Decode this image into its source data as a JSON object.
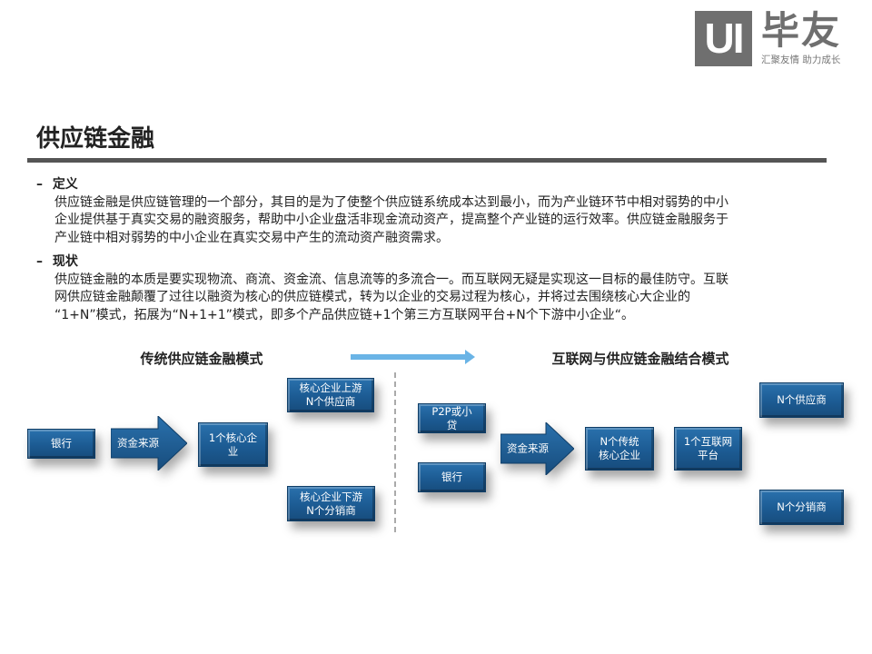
{
  "logo": {
    "mark": "UI",
    "name": "毕友",
    "tagline": "汇聚友情  助力成长"
  },
  "title": "供应链金融",
  "sections": [
    {
      "heading": "定义",
      "lines": [
        "供应链金融是供应链管理的一个部分，其目的是为了使整个供应链系统成本达到最小，而为产业链环节中相对弱势的中小",
        "企业提供基于真实交易的融资服务，帮助中小企业盘活非现金流动资产，提高整个产业链的运行效率。供应链金融服务于",
        "产业链中相对弱势的中小企业在真实交易中产生的流动资产融资需求。"
      ]
    },
    {
      "heading": "现状",
      "lines": [
        "供应链金融的本质是要实现物流、商流、资金流、信息流等的多流合一。而互联网无疑是实现这一目标的最佳防守。互联",
        "网供应链金融颠覆了过往以融资为核心的供应链模式，转为以企业的交易过程为核心，并将过去围绕核心大企业的",
        "“1+N”模式，拓展为“N+1+1”模式，即多个产品供应链+1个第三方互联网平台+N个下游中小企业“。"
      ]
    }
  ],
  "traditional": {
    "title": "传统供应链金融模式",
    "bank": "银行",
    "source": "资金来源",
    "core": "1个核心企业",
    "upstream": "核心企业上游\nN个供应商",
    "downstream": "核心企业下游\nN个分销商"
  },
  "internet": {
    "title": "互联网与供应链金融结合模式",
    "p2p": "P2P或小贷",
    "bank": "银行",
    "source": "资金来源",
    "cores": "N个传统\n核心企业",
    "platform": "1个互联网\n平台",
    "suppliers": "N个供应商",
    "distributors": "N个分销商"
  },
  "colors": {
    "box": "#1c5b93",
    "arrow": "#6ab4e6",
    "bar": "#555555"
  }
}
